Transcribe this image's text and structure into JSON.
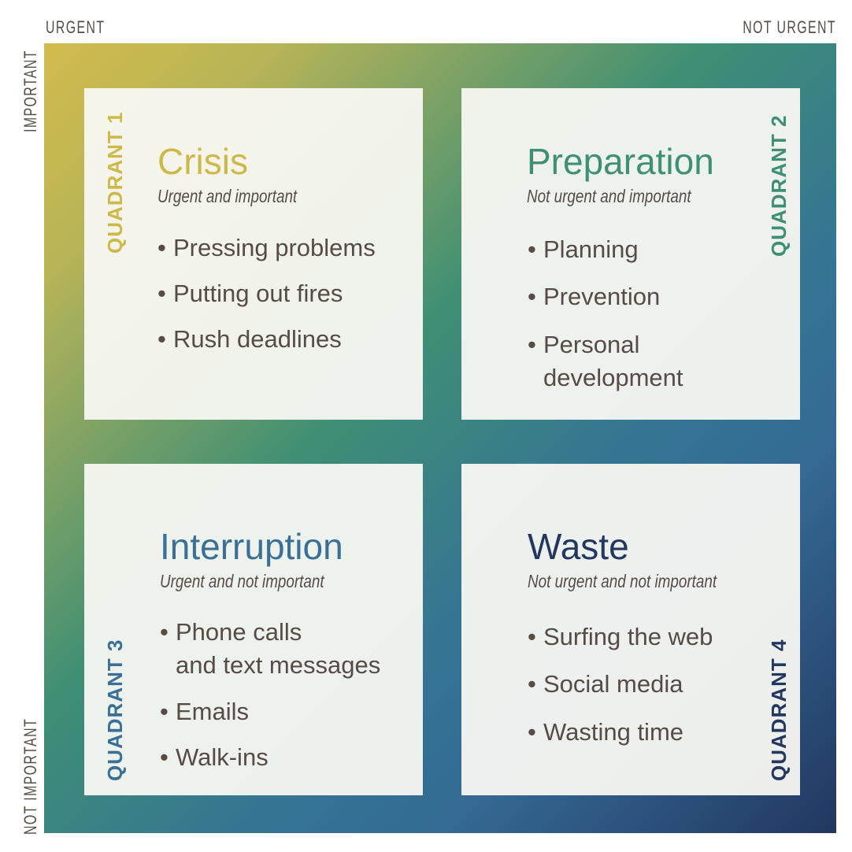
{
  "axes": {
    "top_left": "URGENT",
    "top_right": "NOT URGENT",
    "left_top": "IMPORTANT",
    "left_bottom": "NOT IMPORTANT"
  },
  "colors": {
    "q1": "#cdb84a",
    "q2": "#3e8f76",
    "q3": "#3a6f97",
    "q4": "#23375f",
    "text": "#564c45"
  },
  "quadrants": [
    {
      "label": "QUADRANT 1",
      "title": "Crisis",
      "subtitle": "Urgent and important",
      "items": [
        "Pressing problems",
        "Putting out fires",
        "Rush deadlines"
      ]
    },
    {
      "label": "QUADRANT 2",
      "title": "Preparation",
      "subtitle": "Not urgent and important",
      "items": [
        "Planning",
        "Prevention",
        "Personal",
        "development"
      ]
    },
    {
      "label": "QUADRANT 3",
      "title": "Interruption",
      "subtitle": "Urgent and not important",
      "items": [
        "Phone calls",
        "and text messages",
        "Emails",
        "Walk-ins"
      ]
    },
    {
      "label": "QUADRANT 4",
      "title": "Waste",
      "subtitle": "Not urgent and not important",
      "items": [
        "Surfing the web",
        "Social media",
        "Wasting time"
      ]
    }
  ],
  "bullet": "•"
}
